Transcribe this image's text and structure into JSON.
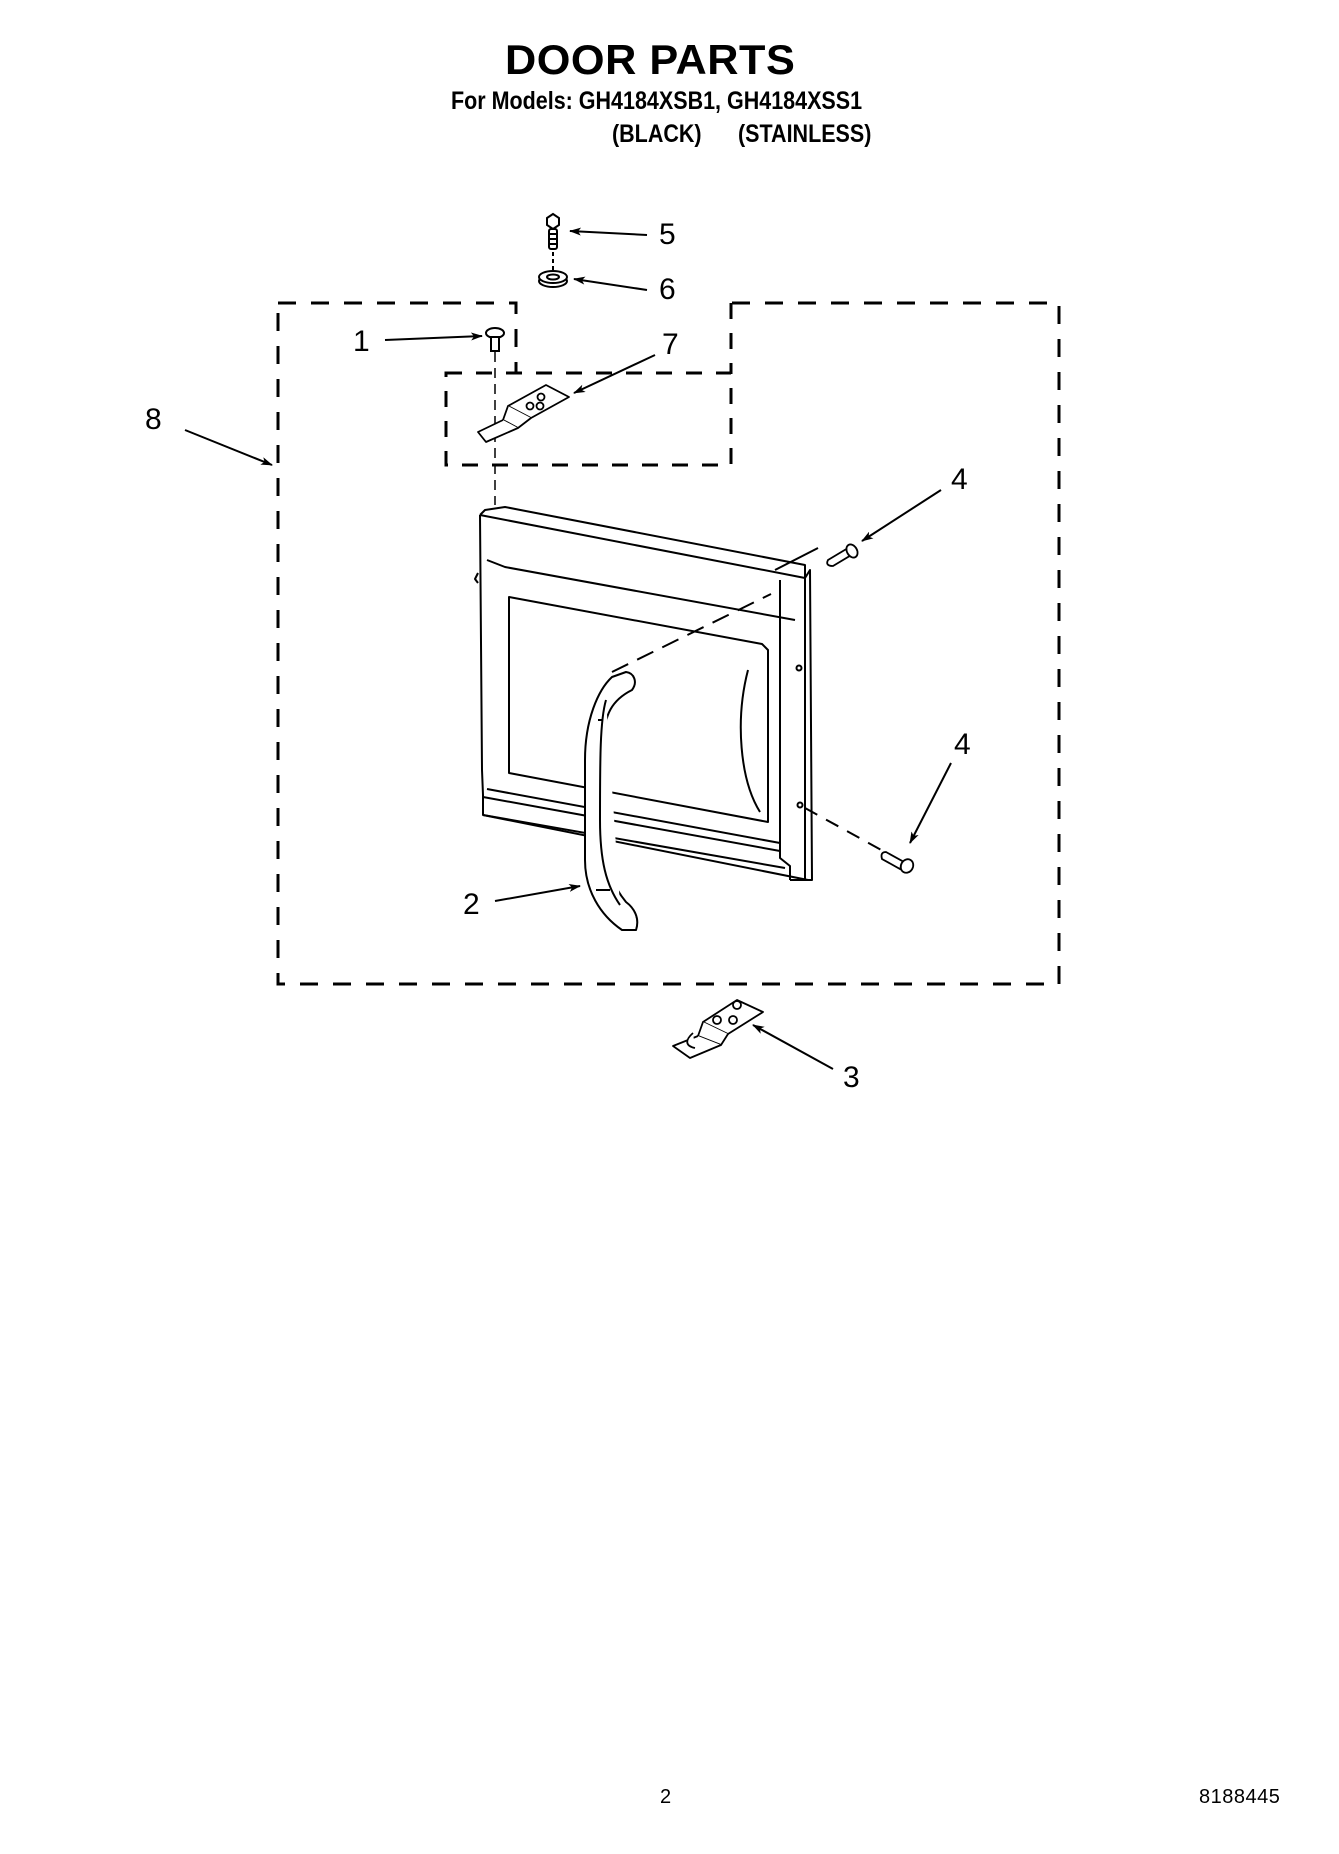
{
  "header": {
    "title": "DOOR PARTS",
    "models_line": "For Models: GH4184XSB1, GH4184XSS1",
    "variants": [
      {
        "model": "GH4184XSB1",
        "finish": "(BLACK)"
      },
      {
        "model": "GH4184XSS1",
        "finish": "(STAINLESS)"
      }
    ]
  },
  "diagram": {
    "callouts": [
      {
        "id": "1",
        "label": "1",
        "part": "pin"
      },
      {
        "id": "2",
        "label": "2",
        "part": "door-handle"
      },
      {
        "id": "3",
        "label": "3",
        "part": "hinge-bracket-lower"
      },
      {
        "id": "4a",
        "label": "4",
        "part": "handle-screw-upper"
      },
      {
        "id": "4b",
        "label": "4",
        "part": "handle-screw-lower"
      },
      {
        "id": "5",
        "label": "5",
        "part": "hinge-screw"
      },
      {
        "id": "6",
        "label": "6",
        "part": "washer"
      },
      {
        "id": "7",
        "label": "7",
        "part": "hinge-bracket-upper"
      },
      {
        "id": "8",
        "label": "8",
        "part": "door-assembly"
      }
    ]
  },
  "footer": {
    "page_number": "2",
    "document_number": "8188445"
  }
}
